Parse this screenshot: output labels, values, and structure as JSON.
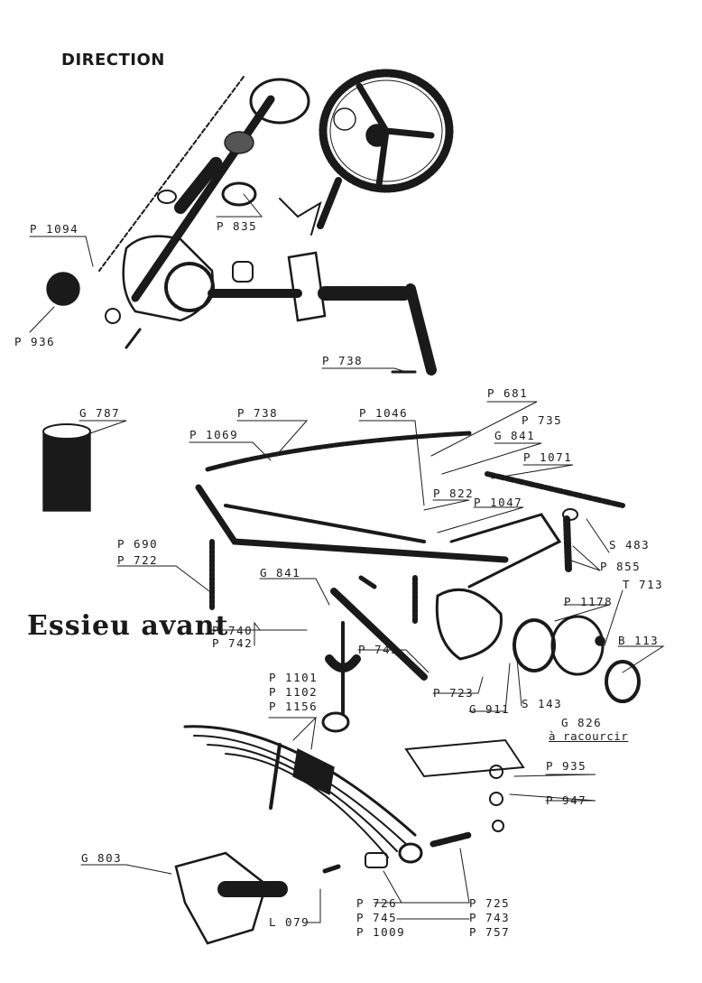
{
  "titles": {
    "direction": "DIRECTION",
    "front_axle": "Essieu avant"
  },
  "parts": [
    {
      "id": "p1094",
      "text": "P 1094"
    },
    {
      "id": "p835",
      "text": "P 835"
    },
    {
      "id": "p936",
      "text": "P 936"
    },
    {
      "id": "p738a",
      "text": "P 738"
    },
    {
      "id": "g787",
      "text": "G 787"
    },
    {
      "id": "p738b",
      "text": "P 738"
    },
    {
      "id": "p1046",
      "text": "P 1046"
    },
    {
      "id": "p681",
      "text": "P 681"
    },
    {
      "id": "p735",
      "text": "P 735"
    },
    {
      "id": "p1069",
      "text": "P 1069"
    },
    {
      "id": "g841a",
      "text": "G 841"
    },
    {
      "id": "p1071",
      "text": "P 1071"
    },
    {
      "id": "p822",
      "text": "P 822"
    },
    {
      "id": "p1047",
      "text": "P 1047"
    },
    {
      "id": "s483",
      "text": "S 483"
    },
    {
      "id": "p690",
      "text": "P 690"
    },
    {
      "id": "p722",
      "text": "P 722"
    },
    {
      "id": "p855",
      "text": "P 855"
    },
    {
      "id": "g841b",
      "text": "G 841"
    },
    {
      "id": "t713",
      "text": "T 713"
    },
    {
      "id": "p1178",
      "text": "P 1178"
    },
    {
      "id": "p740",
      "text": "P 740"
    },
    {
      "id": "p742",
      "text": "P 742"
    },
    {
      "id": "b113",
      "text": "B 113"
    },
    {
      "id": "p743a",
      "text": "P 743"
    },
    {
      "id": "p1101",
      "text": "P 1101"
    },
    {
      "id": "p1102",
      "text": "P 1102"
    },
    {
      "id": "p1156",
      "text": "P 1156"
    },
    {
      "id": "p723",
      "text": "P 723"
    },
    {
      "id": "s143",
      "text": "S 143"
    },
    {
      "id": "g911",
      "text": "G 911"
    },
    {
      "id": "g826",
      "text": "G 826"
    },
    {
      "id": "p935",
      "text": "P 935"
    },
    {
      "id": "p947",
      "text": "P 947"
    },
    {
      "id": "g803",
      "text": "G 803"
    },
    {
      "id": "p726",
      "text": "P 726"
    },
    {
      "id": "p725",
      "text": "P 725"
    },
    {
      "id": "p745",
      "text": "P 745"
    },
    {
      "id": "p743b",
      "text": "P 743"
    },
    {
      "id": "p1009",
      "text": "P 1009"
    },
    {
      "id": "p757",
      "text": "P 757"
    },
    {
      "id": "l079",
      "text": "L 079"
    }
  ],
  "notes": {
    "g826_note": "à racourcir"
  },
  "colors": {
    "ink": "#1a1a1a",
    "paper": "#ffffff"
  }
}
